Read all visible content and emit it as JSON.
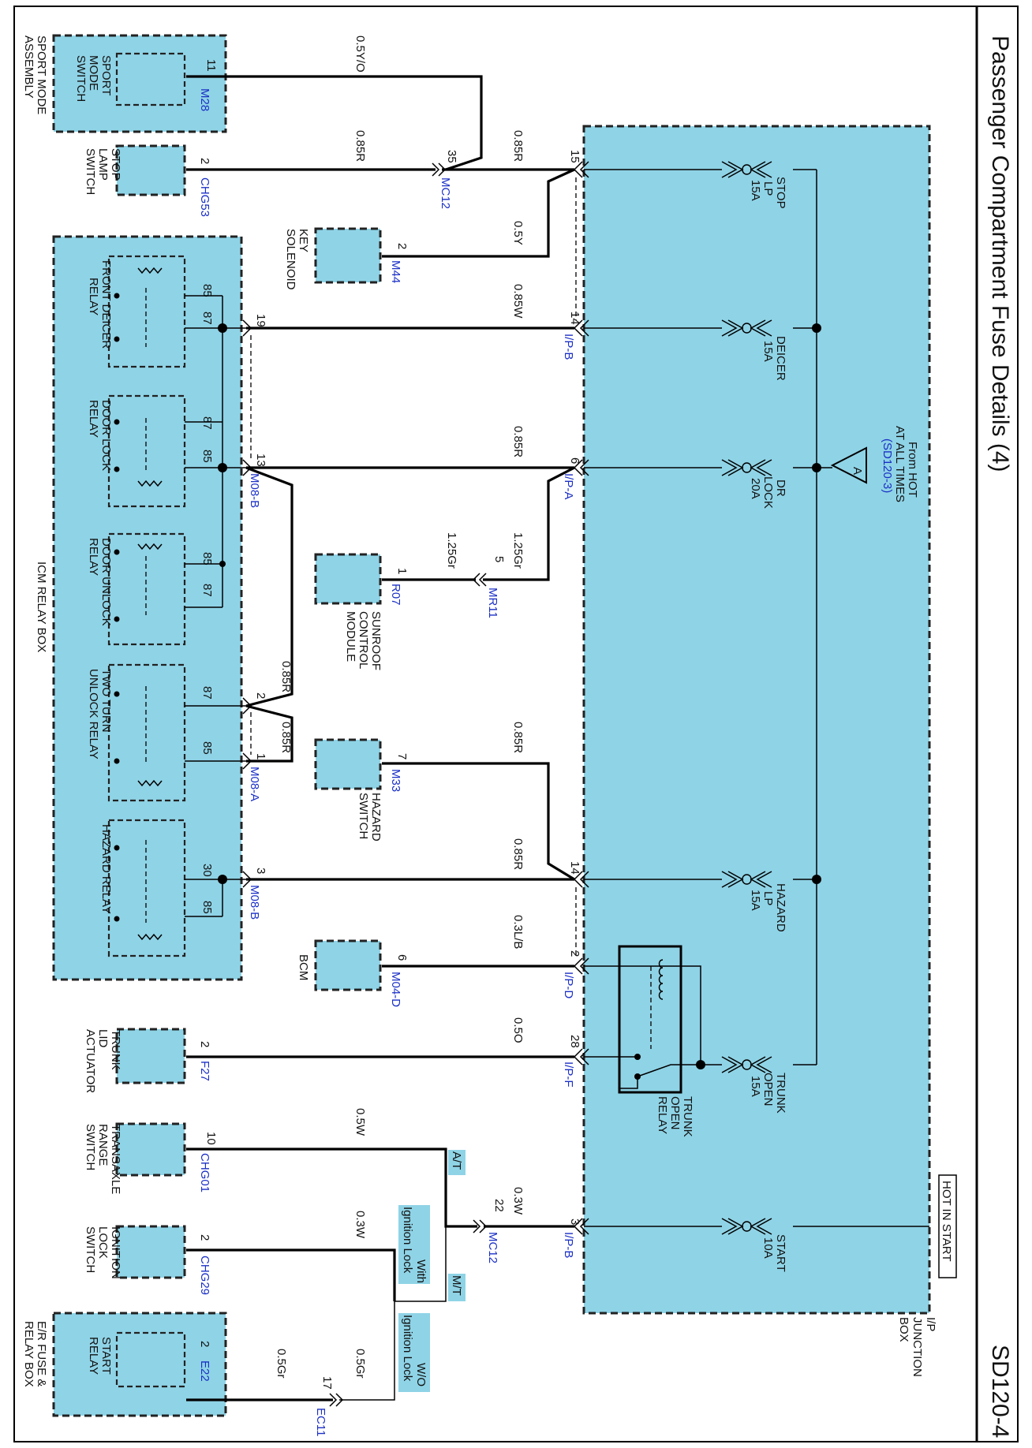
{
  "title": "Passenger Compartment Fuse Details (4)",
  "page_code": "SD120-4",
  "hot_in_start": "HOT IN START",
  "from_hot": {
    "line1": "From HOT",
    "line2": "AT ALL TIMES",
    "ref": "(SD120-3)",
    "marker": "A"
  },
  "ip_junction": [
    "I/P",
    "JUNCTION",
    "BOX"
  ],
  "fuses": [
    {
      "id": "stop",
      "lines": [
        "STOP",
        "LP",
        "15A"
      ]
    },
    {
      "id": "deicer",
      "lines": [
        "DEICER",
        "15A"
      ]
    },
    {
      "id": "drlock",
      "lines": [
        "DR",
        "LOCK",
        "20A"
      ]
    },
    {
      "id": "hazard",
      "lines": [
        "HAZARD",
        "LP",
        "15A"
      ]
    },
    {
      "id": "trunk",
      "lines": [
        "TRUNK",
        "OPEN",
        "15A"
      ]
    },
    {
      "id": "start",
      "lines": [
        "START",
        "10A"
      ]
    }
  ],
  "trunk_relay": [
    "TRUNK",
    "OPEN",
    "RELAY"
  ],
  "ip_pins": [
    {
      "pin": "15",
      "conn": ""
    },
    {
      "pin": "14",
      "conn": "I/P-B"
    },
    {
      "pin": "6",
      "conn": "I/P-A"
    },
    {
      "pin": "14",
      "conn": ""
    },
    {
      "pin": "2",
      "conn": "I/P-D"
    },
    {
      "pin": "28",
      "conn": "I/P-F"
    },
    {
      "pin": "3",
      "conn": "I/P-B"
    }
  ],
  "wires": {
    "w_05yo": "0.5Y/O",
    "w_085r_a": "0.85R",
    "w_085r_b": "0.85R",
    "w_05y": "0.5Y",
    "w_085w": "0.85W",
    "w_085r_c": "0.85R",
    "w_125gr_a": "1.25Gr",
    "w_125gr_b": "1.25Gr",
    "w_085r_d": "0.85R",
    "w_085r_e": "0.85R",
    "w_085r_f": "0.85R",
    "w_085r_g": "0.85R",
    "w_03lb": "0.3L/B",
    "w_05o": "0.5O",
    "w_05w": "0.5W",
    "w_03w_a": "0.3W",
    "w_03w_b": "0.3W",
    "w_05gr_a": "0.5Gr",
    "w_05gr_b": "0.5Gr"
  },
  "inline_conns": {
    "mc12_top": {
      "pin": "35",
      "conn": "MC12"
    },
    "mr11": {
      "pin": "5",
      "conn": "MR11"
    },
    "mc12_bot": {
      "pin": "22",
      "conn": "MC12"
    },
    "ec11": {
      "pin": "17",
      "conn": "EC11"
    }
  },
  "options": {
    "at": "A/T",
    "mt": "M/T",
    "with_ign": [
      "With",
      "Ignition Lock"
    ],
    "wo_ign": [
      "W/O",
      "Ignition Lock"
    ]
  },
  "components": {
    "sport": {
      "name": [
        "SPORT MODE",
        "ASSEMBLY"
      ],
      "inner": [
        "SPORT",
        "MODE",
        "SWITCH"
      ],
      "pin": "11",
      "conn": "M28"
    },
    "stop_lamp": {
      "name": [
        "STOP",
        "LAMP",
        "SWITCH"
      ],
      "pin": "2",
      "conn": "CHG53"
    },
    "key_sol": {
      "name": [
        "KEY",
        "SOLENOID"
      ],
      "pin": "2",
      "conn": "M44"
    },
    "sunroof": {
      "name": [
        "SUNROOF",
        "CONTROL",
        "MODULE"
      ],
      "pin": "1",
      "conn": "R07"
    },
    "hazard_sw": {
      "name": [
        "HAZARD",
        "SWITCH"
      ],
      "pin": "7",
      "conn": "M33"
    },
    "bcm": {
      "name": [
        "BCM"
      ],
      "pin": "6",
      "conn": "M04-D"
    },
    "trunk_act": {
      "name": [
        "TRUNK",
        "LID",
        "ACTUATOR"
      ],
      "pin": "2",
      "conn": "F27"
    },
    "transaxle": {
      "name": [
        "TRANSAXLE",
        "RANGE",
        "SWITCH"
      ],
      "pin": "10",
      "conn": "CHG01"
    },
    "ign_lock": {
      "name": [
        "IGNITION",
        "LOCK",
        "SWITCH"
      ],
      "pin": "2",
      "conn": "CHG29"
    },
    "er_box": {
      "name": [
        "E/R FUSE &",
        "RELAY BOX"
      ],
      "inner": [
        "START",
        "RELAY"
      ],
      "pin": "2",
      "conn": "E22"
    }
  },
  "icm": {
    "name": "ICM RELAY BOX",
    "pins": [
      {
        "pin": "19",
        "conn": ""
      },
      {
        "pin": "13",
        "conn": "M08-B"
      },
      {
        "pin": "2",
        "conn": ""
      },
      {
        "pin": "1",
        "conn": "M08-A"
      },
      {
        "pin": "3",
        "conn": "M08-B"
      }
    ],
    "relays": [
      {
        "name": [
          "FRONT DEICER",
          "RELAY"
        ],
        "t1": "85",
        "t2": "87"
      },
      {
        "name": [
          "DOOR LOCK",
          "RELAY"
        ],
        "t1": "87",
        "t2": "85"
      },
      {
        "name": [
          "DOOR UNLOCK",
          "RELAY"
        ],
        "t1": "85",
        "t2": "87"
      },
      {
        "name": [
          "TWO TURN",
          "UNLOCK RELAY"
        ],
        "t1": "87",
        "t2": "85"
      },
      {
        "name": [
          "HAZARD RELAY"
        ],
        "t1": "30",
        "t2": "85"
      }
    ]
  }
}
